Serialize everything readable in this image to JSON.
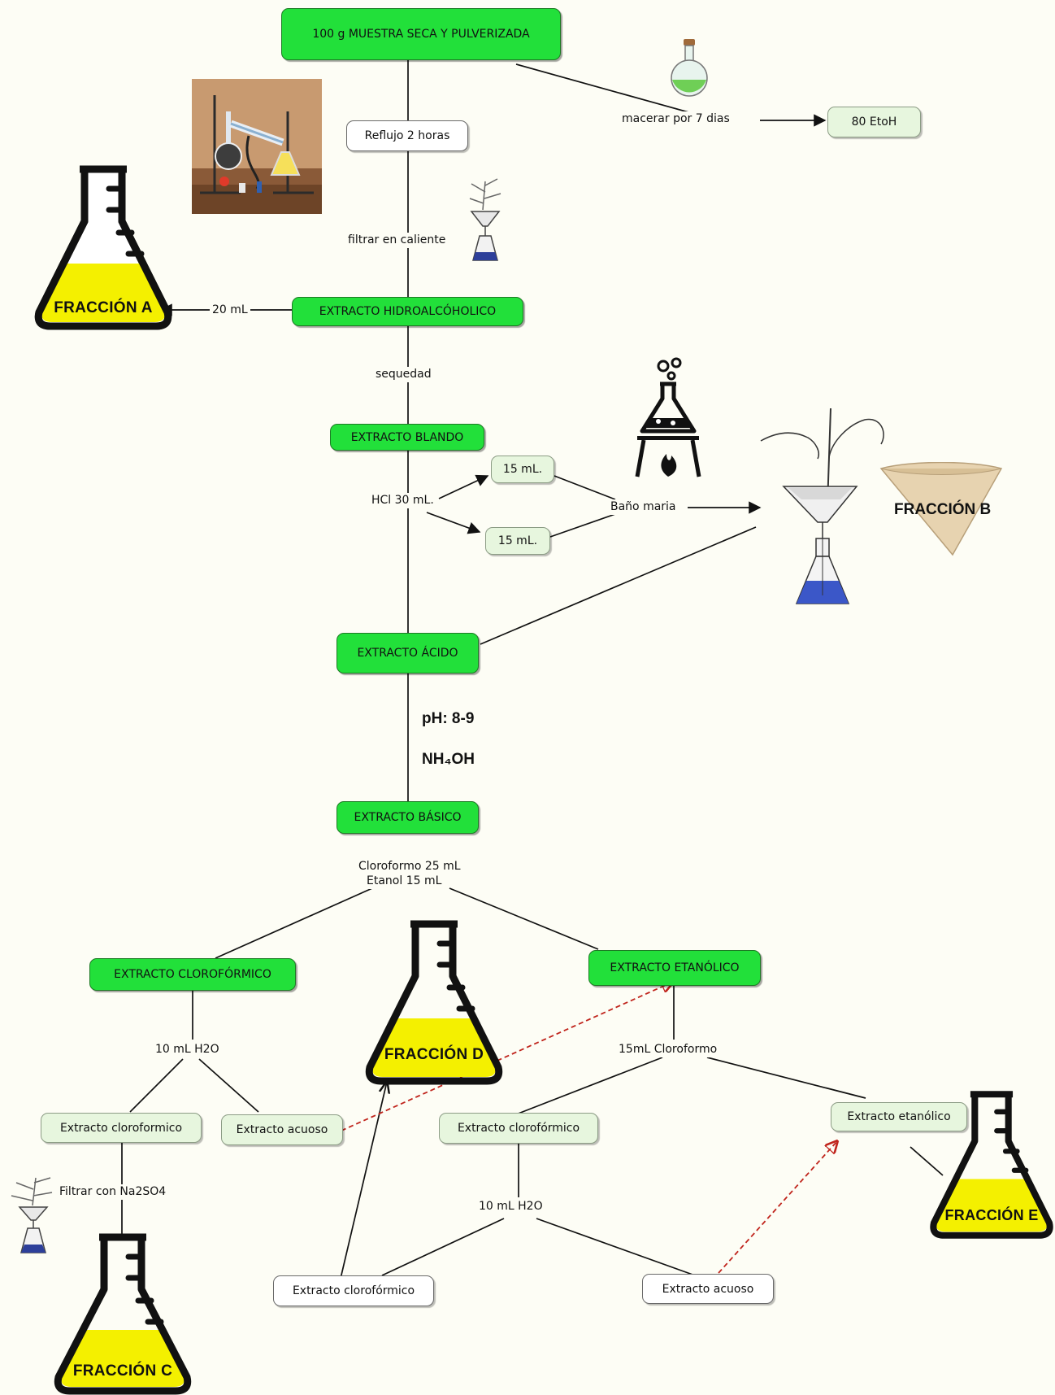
{
  "nodes": {
    "muestra": "100 g MUESTRA SECA Y PULVERIZADA",
    "reflujo": "Reflujo 2 horas",
    "etoh": "80 EtoH",
    "hidroalcoholico": "EXTRACTO HIDROALCÓHOLICO",
    "blando": "EXTRACTO BLANDO",
    "ml15_top": "15 mL.",
    "ml15_bottom": "15 mL.",
    "acido": "EXTRACTO ÁCIDO",
    "basico": "EXTRACTO BÁSICO",
    "cloroformico_main": "EXTRACTO CLOROFÓRMICO",
    "etanolico_main": "EXTRACTO ETANÓLICO",
    "extracto_cloroformico_left": "Extracto cloroformico",
    "extracto_acuoso_left": "Extracto acuoso",
    "extracto_cloroformico_mid": "Extracto clorofórmico",
    "extracto_etanolico_right": "Extracto etanólico",
    "extracto_cloroformico_bottom": "Extracto clorofórmico",
    "extracto_acuoso_bottom": "Extracto acuoso"
  },
  "labels": {
    "macerar": "macerar por 7 dias",
    "filtrar_caliente": "filtrar en caliente",
    "ml20": "20 mL",
    "sequedad": "sequedad",
    "hcl": "HCl 30 mL.",
    "bano_maria": "Baño maria",
    "ph": "pH: 8-9",
    "nh4oh": "NH₄OH",
    "cloroformo_25": "Cloroformo 25 mL",
    "etanol_15": "Etanol 15 mL",
    "h2o_left": "10 mL H2O",
    "cloroformo_15": "15mL Cloroformo",
    "filtrar_na2so4": "Filtrar con Na2SO4",
    "h2o_mid": "10 mL H2O"
  },
  "fractions": {
    "a": "FRACCIÓN A",
    "b": "FRACCIÓN B",
    "c": "FRACCIÓN C",
    "d": "FRACCIÓN D",
    "e": "FRACCIÓN E"
  },
  "colors": {
    "node_green": "#22e03a",
    "node_pale": "#e7f6de",
    "flask_liquid": "#f4f000",
    "dashed_arrow": "#c0241c",
    "filter_cone": "#e7d3b0"
  }
}
